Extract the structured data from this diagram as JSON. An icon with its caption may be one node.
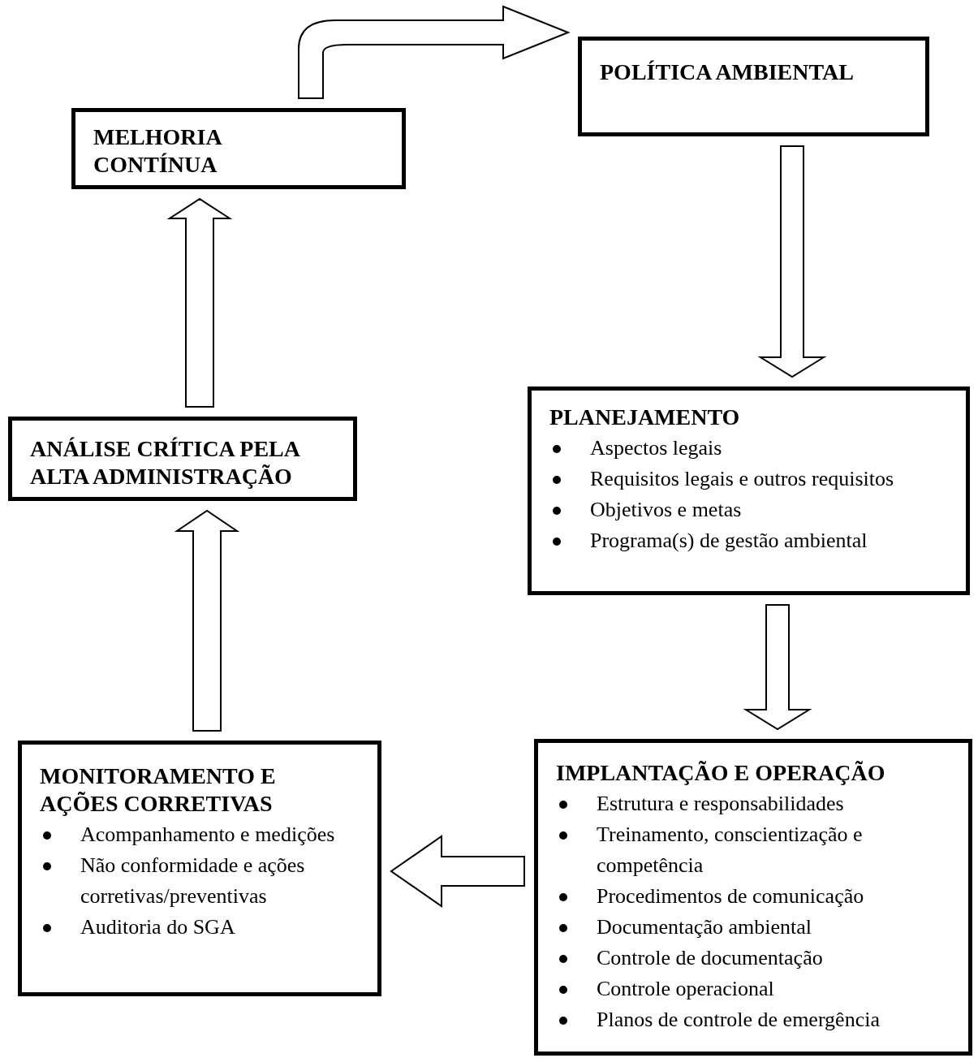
{
  "diagram": {
    "nodes": [
      {
        "text": [
          "MELHORIA CONTÍNUA"
        ]
      },
      {
        "text": [
          "POLÍTICA AMBIENTAL"
        ]
      },
      {
        "text": [
          "ANÁLISE CRÍTICA PELA ALTA ADMINISTRAÇÃO"
        ]
      },
      {
        "text": [
          "PLANEJAMENTO",
          "Aspectos legais",
          "Requisitos legais e outros requisitos",
          "Objetivos e metas",
          "Programa(s) de gestão ambiental"
        ]
      },
      {
        "text": [
          "MONITORAMENTO E AÇÕES CORRETIVAS",
          "Acompanhamento e medições",
          "Não conformidade e ações corretivas/preventivas",
          "Auditoria do SGA"
        ]
      },
      {
        "text": [
          "IMPLANTAÇÃO E OPERAÇÃO",
          "Estrutura e responsabilidades",
          "Treinamento, conscientização e competência",
          "Procedimentos de comunicação",
          "Documentação ambiental",
          "Controle de documentação",
          "Controle operacional",
          "Planos de controle de emergência"
        ]
      }
    ],
    "edges": [
      {
        "from": 0,
        "to": 1,
        "arrow": "to"
      },
      {
        "from": 1,
        "to": 3,
        "arrow": "to"
      },
      {
        "from": 3,
        "to": 5,
        "arrow": "to"
      },
      {
        "from": 5,
        "to": 4,
        "arrow": "to"
      },
      {
        "from": 4,
        "to": 2,
        "arrow": "to"
      },
      {
        "from": 2,
        "to": 0,
        "arrow": "to"
      }
    ]
  }
}
